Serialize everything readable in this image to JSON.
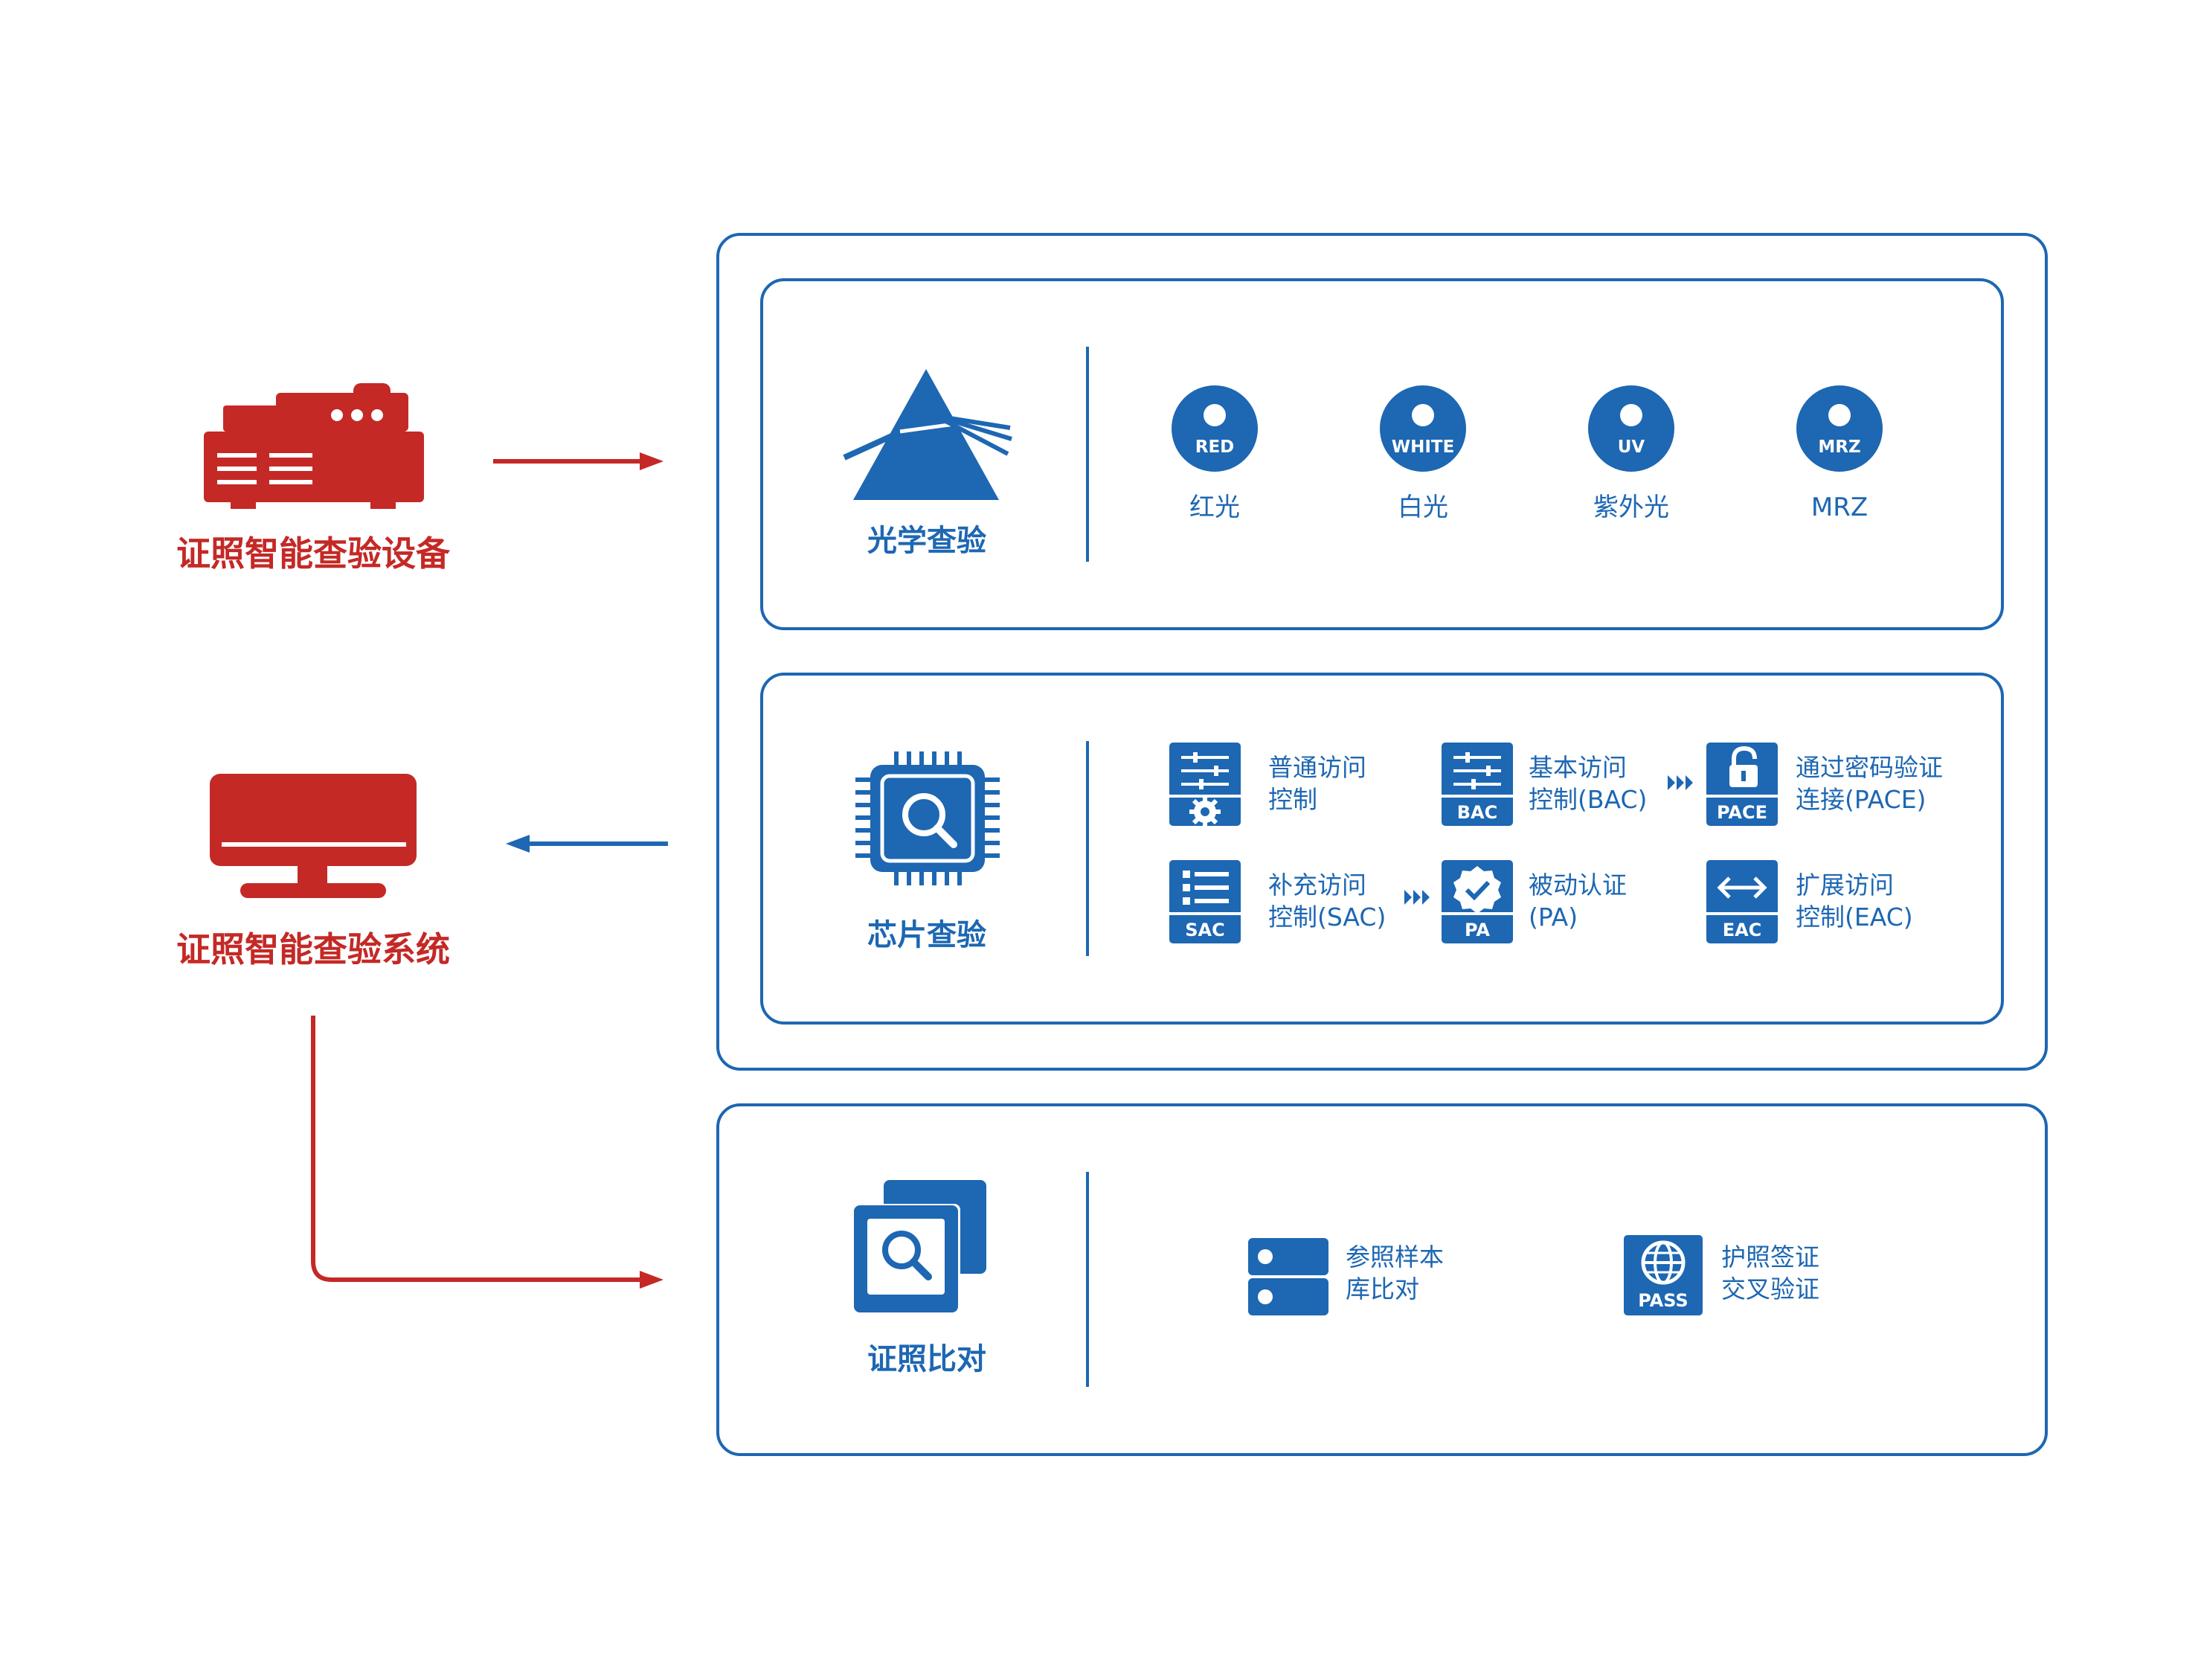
{
  "colors": {
    "blue": "#1d67b3",
    "red": "#c42926",
    "white": "#ffffff"
  },
  "left": {
    "device_label": "证照智能查验设备",
    "system_label": "证照智能查验系统",
    "device_icon": "document-reader-device-icon",
    "system_icon": "monitor-icon"
  },
  "optical": {
    "title": "光学查验",
    "icon": "prism-icon",
    "items": [
      {
        "badge": "RED",
        "label": "红光"
      },
      {
        "badge": "WHITE",
        "label": "白光"
      },
      {
        "badge": "UV",
        "label": "紫外光"
      },
      {
        "badge": "MRZ",
        "label": "MRZ"
      }
    ]
  },
  "chip": {
    "title": "芯片查验",
    "icon": "chip-search-icon",
    "items": [
      {
        "badge": "",
        "icon": "settings-list-icon",
        "line1": "普通访问",
        "line2": "控制"
      },
      {
        "badge": "BAC",
        "icon": "sliders-icon",
        "line1": "基本访问",
        "line2": "控制(BAC)"
      },
      {
        "badge": "PACE",
        "icon": "unlock-icon",
        "line1": "通过密码验证",
        "line2": "连接(PACE)"
      },
      {
        "badge": "SAC",
        "icon": "list-icon",
        "line1": "补充访问",
        "line2": "控制(SAC)"
      },
      {
        "badge": "PA",
        "icon": "verified-badge-icon",
        "line1": "被动认证",
        "line2": "(PA)"
      },
      {
        "badge": "EAC",
        "icon": "double-arrow-icon",
        "line1": "扩展访问",
        "line2": "控制(EAC)"
      }
    ]
  },
  "compare": {
    "title": "证照比对",
    "icon": "image-search-icon",
    "items": [
      {
        "badge": "",
        "icon": "database-icon",
        "line1": "参照样本",
        "line2": "库比对"
      },
      {
        "badge": "PASS",
        "icon": "globe-passport-icon",
        "line1": "护照签证",
        "line2": "交叉验证"
      }
    ]
  }
}
